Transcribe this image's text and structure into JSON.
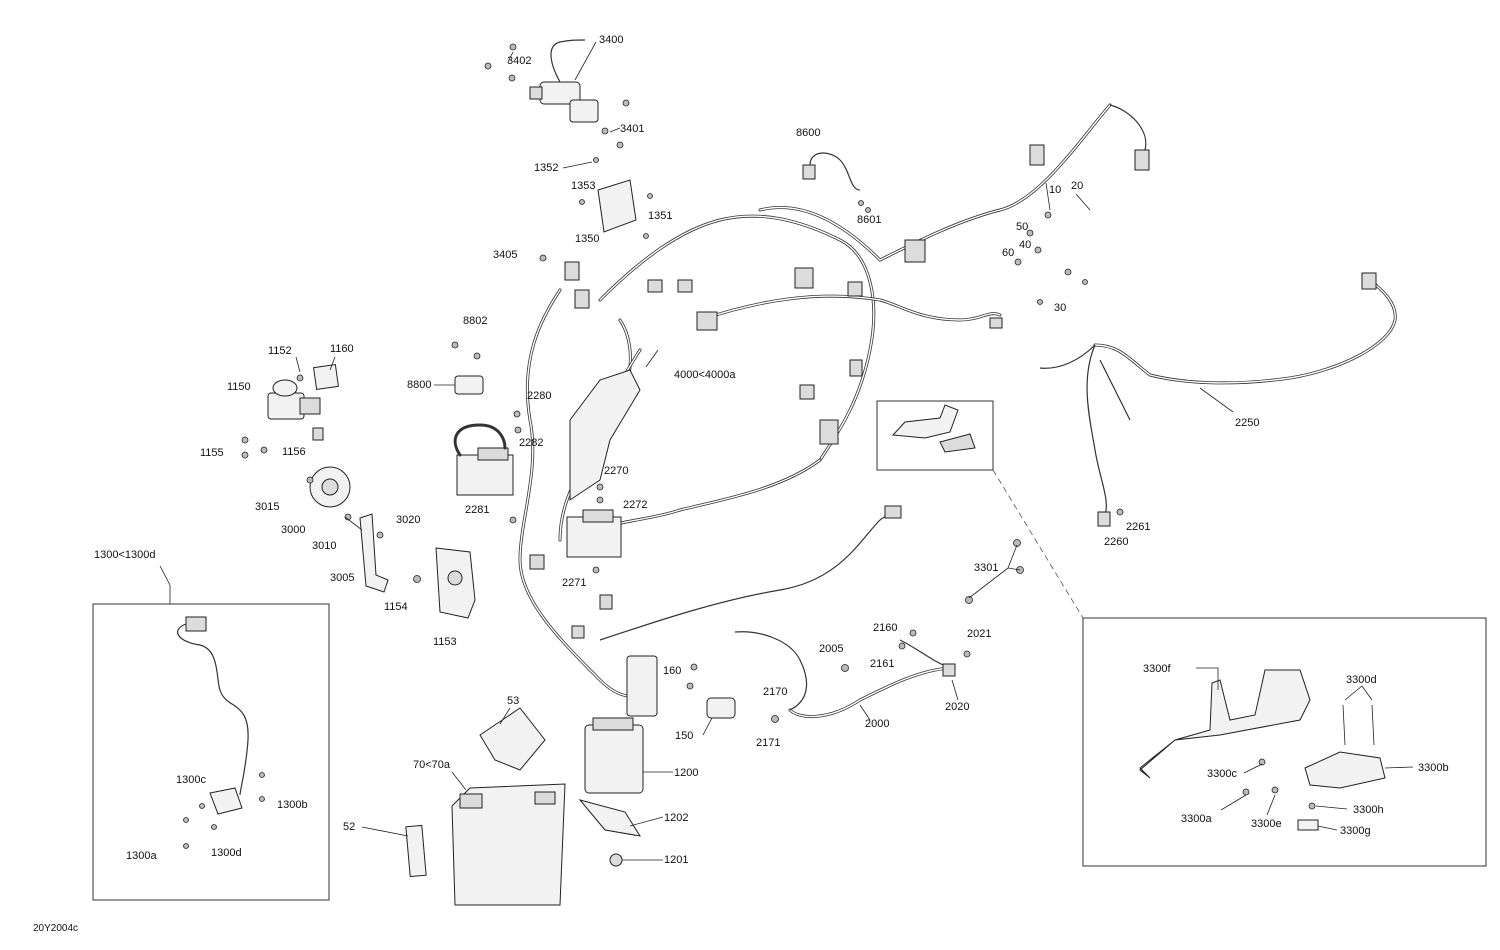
{
  "diagram": {
    "ref_code": "20Y2004c",
    "labels": {
      "p3400": "3400",
      "p3402": "3402",
      "p3401": "3401",
      "p1352": "1352",
      "p1353": "1353",
      "p1351": "1351",
      "p1350": "1350",
      "p3405": "3405",
      "p8600": "8600",
      "p8601": "8601",
      "p10": "10",
      "p20": "20",
      "p50": "50",
      "p40": "40",
      "p60": "60",
      "p30": "30",
      "p8802": "8802",
      "p8800": "8800",
      "p4000": "4000<4000a",
      "p1152": "1152",
      "p1160": "1160",
      "p1150": "1150",
      "p1155": "1155",
      "p1156": "1156",
      "p2280": "2280",
      "p2282": "2282",
      "p2270": "2270",
      "p2272": "2272",
      "p2281": "2281",
      "p3015": "3015",
      "p3000": "3000",
      "p3010": "3010",
      "p3020": "3020",
      "p3005": "3005",
      "p1154": "1154",
      "p1153": "1153",
      "p2271": "2271",
      "p2250": "2250",
      "p2261": "2261",
      "p2260": "2260",
      "p3301": "3301",
      "p1300": "1300<1300d",
      "p1300c": "1300c",
      "p1300b": "1300b",
      "p1300a": "1300a",
      "p1300d": "1300d",
      "p160": "160",
      "p150": "150",
      "p53": "53",
      "p70": "70<70a",
      "p52": "52",
      "p1200": "1200",
      "p1202": "1202",
      "p1201": "1201",
      "p2160": "2160",
      "p2161": "2161",
      "p2005": "2005",
      "p2021": "2021",
      "p2170": "2170",
      "p2171": "2171",
      "p2000": "2000",
      "p2020": "2020",
      "p3300f": "3300f",
      "p3300d": "3300d",
      "p3300c": "3300c",
      "p3300b": "3300b",
      "p3300h": "3300h",
      "p3300a": "3300a",
      "p3300e": "3300e",
      "p3300g": "3300g"
    }
  }
}
